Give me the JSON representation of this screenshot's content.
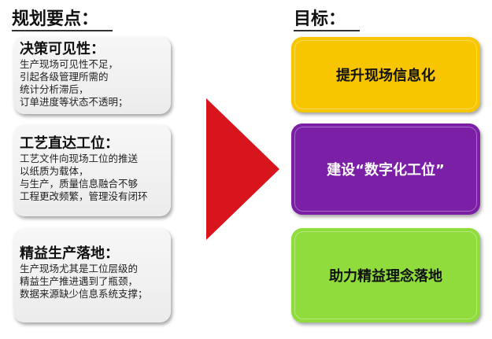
{
  "left_heading": "规划要点：",
  "right_heading": "目标：",
  "points": [
    {
      "title": "决策可见性：",
      "body": "生产现场可见性不足，\n引起各级管理所需的\n统计分析滞后，\n订单进度等状态不透明；"
    },
    {
      "title": "工艺直达工位：",
      "body": "工艺文件向现场工位的推送\n以纸质为载体，\n与生产，质量信息融合不够\n工程更改频繁，管理没有闭环"
    },
    {
      "title": "精益生产落地：",
      "body": "生产现场尤其是工位层级的\n精益生产推进遇到了瓶颈，\n数据来源缺少信息系统支撑；"
    }
  ],
  "goals": [
    {
      "label": "提升现场信息化",
      "color": "#f7c600",
      "text_color": "#111111"
    },
    {
      "label": "建设“数字化工位”",
      "color": "#7a1fa6",
      "text_color": "#ffffff"
    },
    {
      "label": "助力精益理念落地",
      "color": "#8fdc3c",
      "text_color": "#111111"
    }
  ],
  "arrow_color": "#d8141c"
}
